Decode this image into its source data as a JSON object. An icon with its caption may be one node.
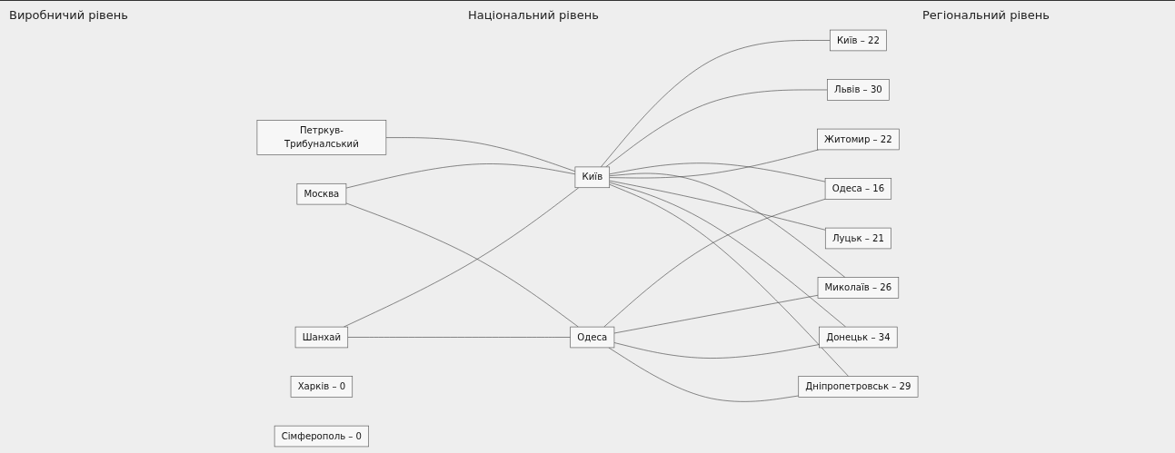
{
  "diagram": {
    "nodes": [
      {
        "text": [
          "Москва"
        ]
      },
      {
        "text": [
          "Петркув-Трибуналський"
        ]
      },
      {
        "text": [
          "Шанхай"
        ]
      },
      {
        "text": [
          "Київ"
        ]
      },
      {
        "text": [
          "Одеса"
        ]
      },
      {
        "text": [
          "Київ – 22"
        ]
      },
      {
        "text": [
          "Харків – 0"
        ]
      },
      {
        "text": [
          "Львів – 30"
        ]
      },
      {
        "text": [
          "Одеса – 16"
        ]
      },
      {
        "text": [
          "Миколаїв – 26"
        ]
      },
      {
        "text": [
          "Сімферополь – 0"
        ]
      },
      {
        "text": [
          "Житомир – 22"
        ]
      },
      {
        "text": [
          "Луцьк – 21"
        ]
      },
      {
        "text": [
          "Донецьк – 34"
        ]
      },
      {
        "text": [
          "Дніпропетровськ – 29"
        ]
      }
    ],
    "edges": [
      {
        "from": 0,
        "to": 3,
        "arrow": "none"
      },
      {
        "from": 0,
        "to": 4,
        "arrow": "none"
      },
      {
        "from": 1,
        "to": 3,
        "arrow": "none"
      },
      {
        "from": 2,
        "to": 3,
        "arrow": "none"
      },
      {
        "from": 2,
        "to": 4,
        "arrow": "none"
      },
      {
        "from": 3,
        "to": 5,
        "arrow": "none"
      },
      {
        "from": 3,
        "to": 7,
        "arrow": "none"
      },
      {
        "from": 3,
        "to": 8,
        "arrow": "none"
      },
      {
        "from": 3,
        "to": 9,
        "arrow": "none"
      },
      {
        "from": 3,
        "to": 11,
        "arrow": "none"
      },
      {
        "from": 3,
        "to": 12,
        "arrow": "none"
      },
      {
        "from": 3,
        "to": 13,
        "arrow": "none"
      },
      {
        "from": 3,
        "to": 14,
        "arrow": "none"
      },
      {
        "from": 4,
        "to": 8,
        "arrow": "none"
      },
      {
        "from": 4,
        "to": 9,
        "arrow": "none"
      },
      {
        "from": 4,
        "to": 13,
        "arrow": "none"
      },
      {
        "from": 4,
        "to": 14,
        "arrow": "none"
      }
    ],
    "labels": [
      "Виробничий рівень",
      "Національний рівень",
      "Регіональний рівень"
    ]
  }
}
